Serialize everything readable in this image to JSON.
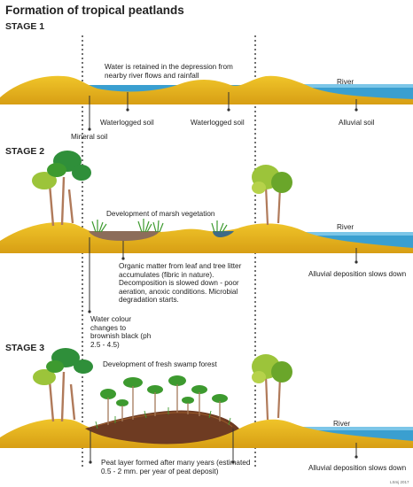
{
  "title": "Formation of tropical peatlands",
  "stages": [
    {
      "label": "STAGE 1",
      "annotations": {
        "water": "Water is retained in the depression from nearby river flows and rainfall",
        "waterlogged_1": "Waterlogged soil",
        "waterlogged_2": "Waterlogged soil",
        "alluvial": "Alluvial soil",
        "mineral": "Mineral soil",
        "river": "River"
      }
    },
    {
      "label": "STAGE 2",
      "annotations": {
        "marsh": "Development of marsh vegetation",
        "organic": "Organic matter from leaf and tree litter accumulates (fibric in nature). Decomposition is slowed down - poor aeration, anoxic conditions. Microbial degradation starts.",
        "water_colour": "Water colour changes to brownish black (ph 2.5 - 4.5)",
        "alluvial_slows": "Alluvial deposition slows down",
        "river": "River"
      }
    },
    {
      "label": "STAGE 3",
      "annotations": {
        "swamp": "Development of fresh swamp forest",
        "peat": "Peat layer formed after many years (estimated 0.5 - 2 mm. per year of peat deposit)",
        "alluvial_slows": "Alluvial deposition slows down",
        "river": "River"
      }
    }
  ],
  "credit": "LSmj 2017",
  "colors": {
    "soil": "#e6b51e",
    "soil_dark": "#d49a12",
    "water": "#3a9fd0",
    "water_light": "#7cc6e8",
    "marsh_mud": "#8c6d5a",
    "peat": "#6e3b22",
    "tree_dark": "#2f8f3a",
    "tree_light": "#9cc43a",
    "trunk": "#b07a5a"
  }
}
